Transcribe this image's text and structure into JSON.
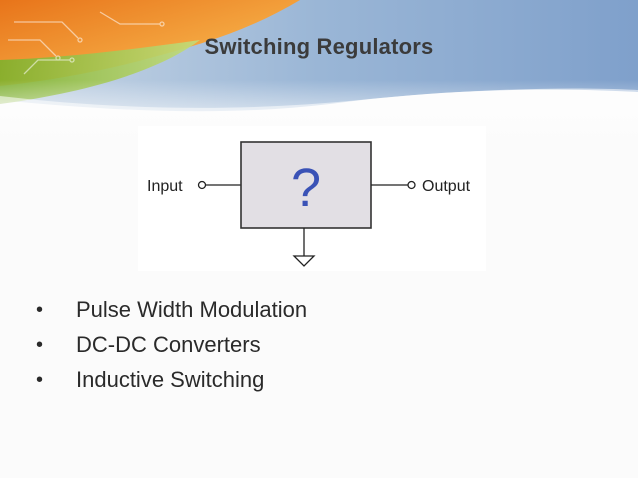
{
  "slide": {
    "title": "Switching Regulators",
    "diagram": {
      "input_label": "Input",
      "output_label": "Output",
      "block_symbol": "?",
      "block_fill": "#e2dfe4",
      "symbol_color": "#3a52b6",
      "icons": [
        "input-terminal-icon",
        "output-terminal-icon",
        "ground-icon"
      ]
    },
    "bullets": [
      "Pulse Width Modulation",
      "DC-DC Converters",
      "Inductive Switching"
    ],
    "bullet_glyph": "•"
  },
  "theme": {
    "accent_orange": "#f08c1e",
    "accent_green": "#96c43c",
    "accent_blue": "#7fa3cf"
  }
}
